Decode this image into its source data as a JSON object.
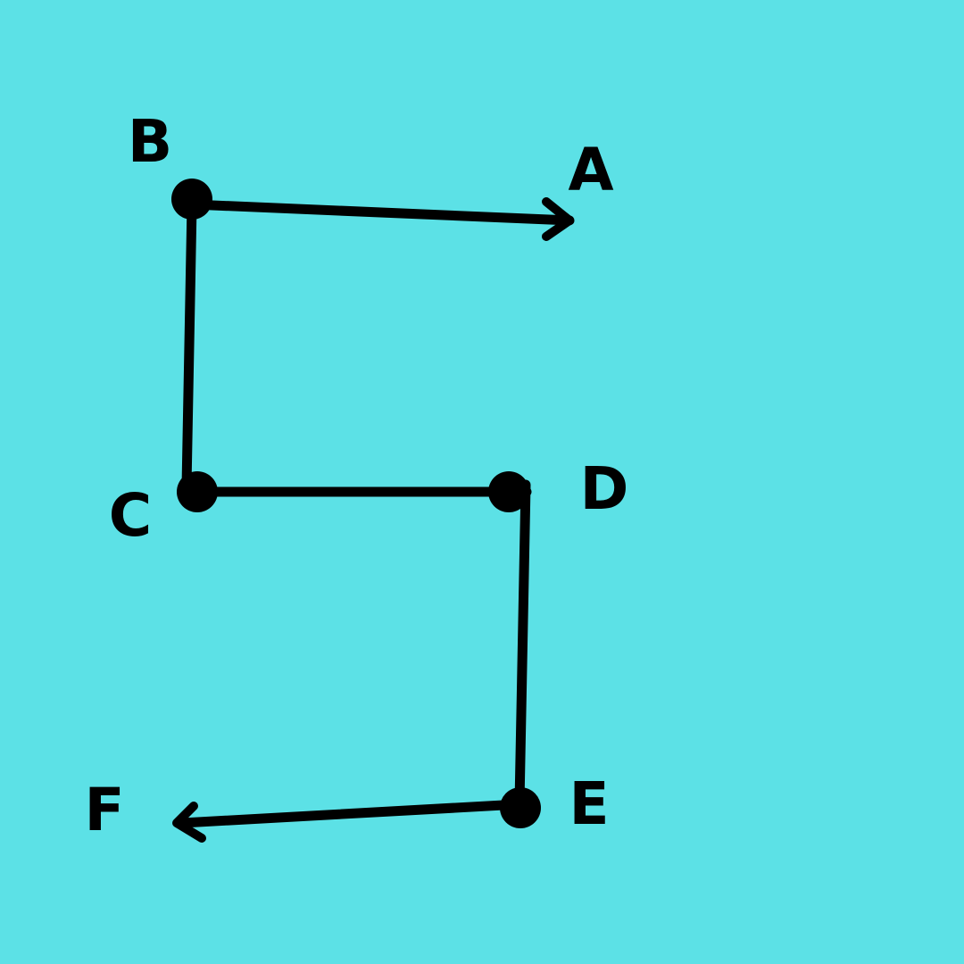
{
  "colors": {
    "background": "#5CE1E6",
    "ink": "#000000"
  },
  "points": {
    "A": {
      "label": "A"
    },
    "B": {
      "label": "B"
    },
    "C": {
      "label": "C"
    },
    "D": {
      "label": "D"
    },
    "E": {
      "label": "E"
    },
    "F": {
      "label": "F"
    }
  }
}
